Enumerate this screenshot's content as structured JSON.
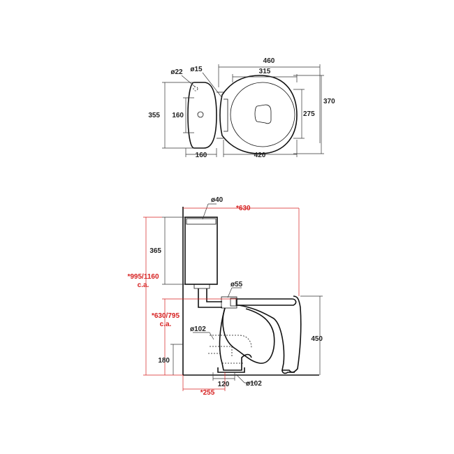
{
  "top_view": {
    "d_460": "460",
    "d_315": "315",
    "d_ø15": "ø15",
    "d_ø22": "ø22",
    "d_355": "355",
    "d_160_v": "160",
    "d_160_h": "160",
    "d_420": "420",
    "d_275": "275",
    "d_370": "370"
  },
  "side_view": {
    "d_ø40": "ø40",
    "d_630_top": "*630",
    "d_365": "365",
    "d_995_1": "*995/1160",
    "d_995_2": "c.a.",
    "d_ø55": "ø55",
    "d_630_795_1": "*630/795",
    "d_630_795_2": "c.a.",
    "d_ø102_a": "ø102",
    "d_180": "180",
    "d_450": "450",
    "d_120": "120",
    "d_ø102_b": "ø102",
    "d_255": "*255"
  },
  "colors": {
    "line": "#111111",
    "highlight": "#d62020"
  }
}
